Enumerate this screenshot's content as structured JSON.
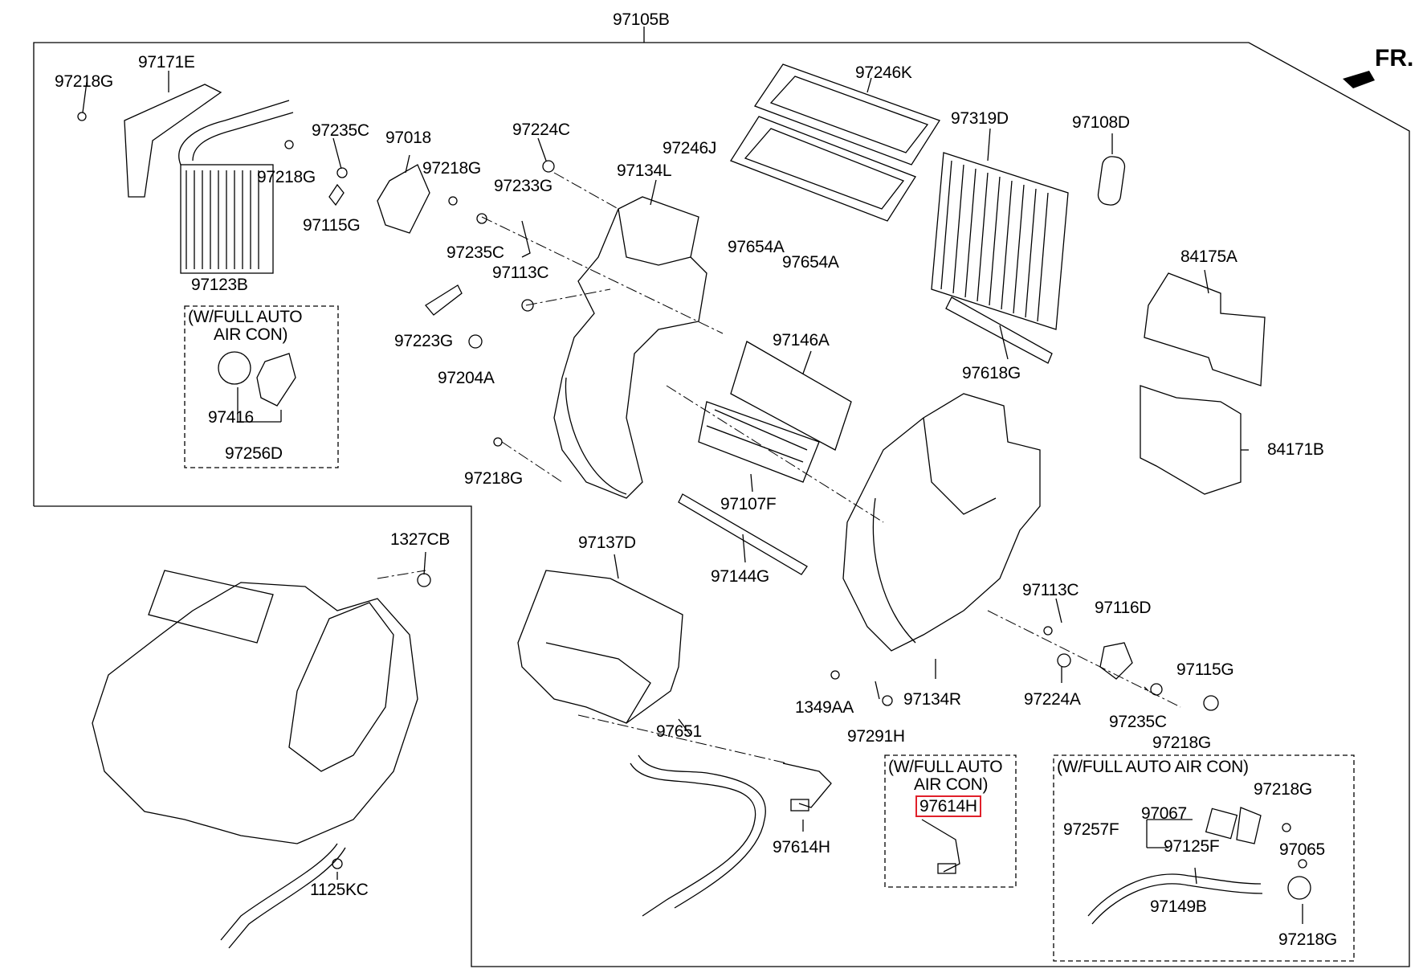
{
  "header": {
    "assembly_ref": "97105B",
    "direction_label": "FR."
  },
  "callouts": [
    "97218G",
    "97171E",
    "97235C",
    "97018",
    "97218G",
    "97115G",
    "97123B",
    "97224C",
    "97218G",
    "97233G",
    "97134L",
    "97235C",
    "97113C",
    "97223G",
    "97204A",
    "97246K",
    "97246J",
    "97654A",
    "97654A",
    "97319D",
    "97108D",
    "84175A",
    "97618G",
    "97146A",
    "84171B",
    "97107F",
    "97218G",
    "1327CB",
    "97137D",
    "97144G",
    "97113C",
    "97116D",
    "97115G",
    "1349AA",
    "97134R",
    "97224A",
    "97235C",
    "97291H",
    "97218G",
    "97651",
    "97614H",
    "1125KC"
  ],
  "options": {
    "auto_left": {
      "title": "(W/FULL AUTO\n      AIR CON)",
      "parts": [
        "97416",
        "97256D"
      ]
    },
    "auto_mid": {
      "title": "(W/FULL AUTO\n      AIR CON)",
      "part": "97614H"
    },
    "auto_right": {
      "title": "(W/FULL AUTO AIR CON)",
      "parts": [
        "97257F",
        "97067",
        "97125F",
        "97218G",
        "97065",
        "97149B",
        "97218G"
      ]
    }
  },
  "highlight": {
    "part": "97614H",
    "color": "#e0202a"
  }
}
